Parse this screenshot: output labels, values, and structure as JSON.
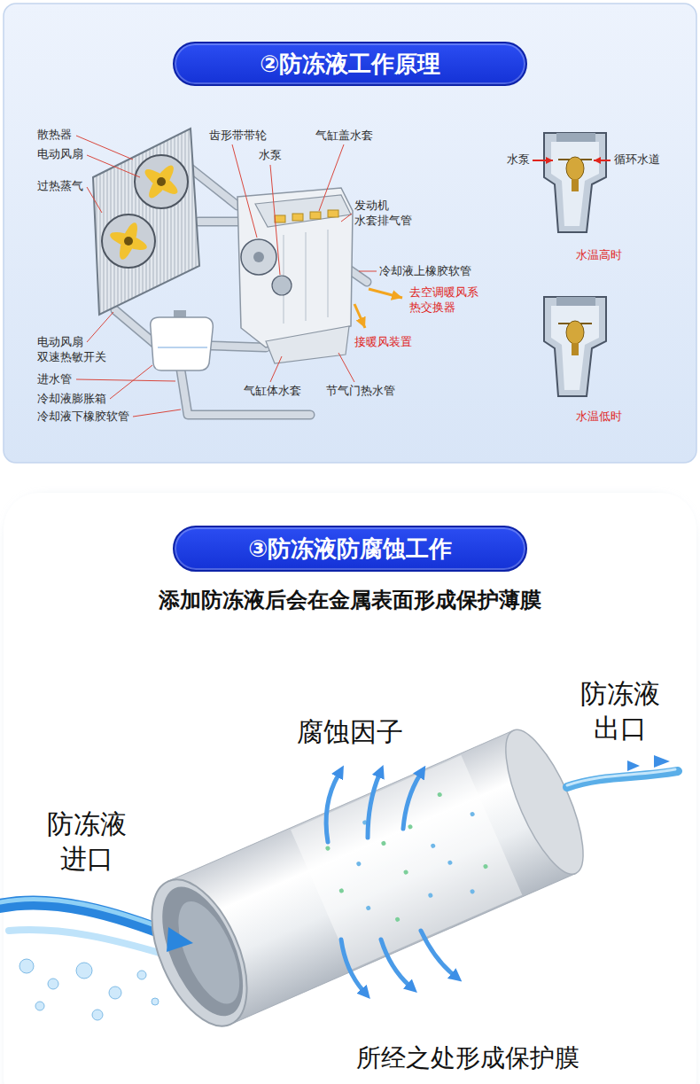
{
  "diagram": {
    "nodes": [
      {
        "text": [
          "②防冻液工作原理"
        ]
      },
      {
        "text": [
          "③防冻液防腐蚀工作"
        ]
      }
    ],
    "labels": [
      "散热器",
      "电动风扇",
      "过热蒸气",
      "齿形带带轮",
      "水泵",
      "气缸盖水套",
      "发动机 水套排气管",
      "冷却液上橡胶软管",
      "去空调暖风系 热交换器",
      "接暖风装置",
      "电动风扇 双速热敏开关",
      "进水管",
      "冷却液膨胀箱",
      "冷却液下橡胶软管",
      "气缸体水套",
      "节气门热水管",
      "水泵",
      "循环水道",
      "水温高时",
      "水温低时",
      "添加防冻液后会在金属表面形成保护薄膜",
      "腐蚀因子",
      "防冻液 出口",
      "防冻液 进口",
      "所经之处形成保护膜"
    ]
  }
}
